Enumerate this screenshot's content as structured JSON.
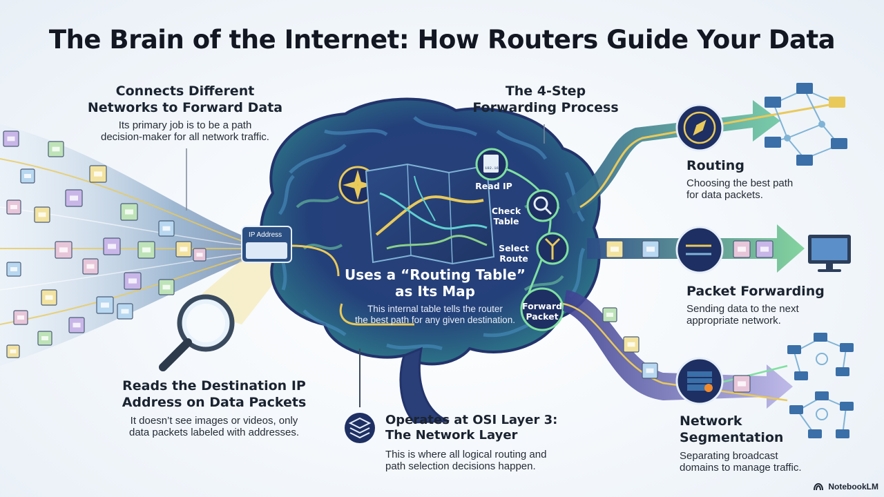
{
  "title": "The Brain of the Internet: How Routers Guide Your Data",
  "top_left": {
    "heading": [
      "Connects Different",
      "Networks to Forward Data"
    ],
    "text": [
      "Its primary job is to be a path",
      "decision-maker for all network traffic."
    ]
  },
  "bottom_left": {
    "heading": [
      "Reads the Destination IP",
      "Address on Data Packets"
    ],
    "text": [
      "It doesn’t see images or videos, only",
      "data packets labeled with addresses."
    ]
  },
  "top_center": {
    "heading": [
      "The 4-Step",
      "Forwarding Process"
    ]
  },
  "brain_center": {
    "heading": [
      "Uses a “Routing Table”",
      "as Its Map"
    ],
    "text": [
      "This internal table tells the router",
      "the best path for any given destination."
    ]
  },
  "ip_card": {
    "label": "IP Address",
    "ip_value": "192.168.1.1"
  },
  "steps": [
    "Read IP",
    "Check Table",
    "Select Route",
    "Forward Packet"
  ],
  "osi": {
    "heading": [
      "Operates at OSI Layer 3:",
      "The Network Layer"
    ],
    "text": [
      "This is where all logical routing and",
      "path selection decisions happen."
    ],
    "icon": "layers-icon"
  },
  "right_items": [
    {
      "heading": [
        "Routing"
      ],
      "text": [
        "Choosing the best path",
        "for data packets."
      ],
      "icon": "compass-icon"
    },
    {
      "heading": [
        "Packet Forwarding"
      ],
      "text": [
        "Sending data to the next",
        "appropriate network."
      ],
      "icon": "arrows-forward-icon"
    },
    {
      "heading": [
        "Network",
        "Segmentation"
      ],
      "text": [
        "Separating broadcast",
        "domains to manage traffic."
      ],
      "icon": "firewall-icon"
    }
  ],
  "brand": "NotebookLM",
  "colors": {
    "brain_dark": "#1d2a5a",
    "brain_mid": "#2f4b8f",
    "brain_teal": "#2e8a8a",
    "path_yellow": "#f2c94c",
    "stream_blue": "#3a6fa8",
    "stream_green": "#5aa870"
  }
}
